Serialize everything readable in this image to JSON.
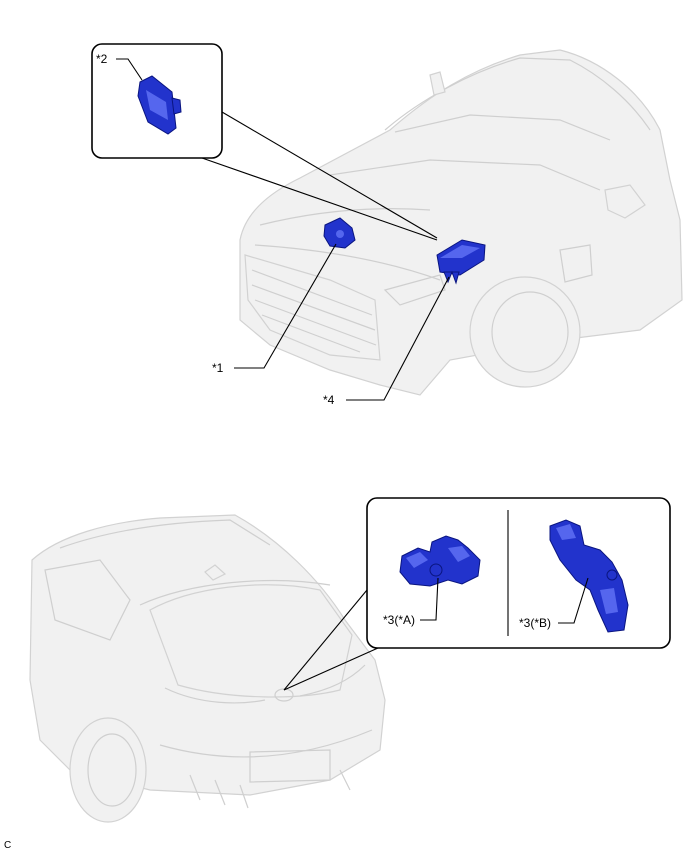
{
  "labels": {
    "part_1": "*1",
    "part_2": "*2",
    "part_3a": "*3(*A)",
    "part_3b": "*3(*B)",
    "part_4": "*4",
    "figure_code": "C"
  },
  "colors": {
    "part_blue": "#2233cc",
    "vehicle_gray": "#f1f1f1",
    "leader_black": "#000000"
  },
  "icons": {
    "front_vehicle": "front-vehicle-illustration",
    "rear_vehicle": "rear-vehicle-illustration",
    "component": "ecu-module-icon"
  }
}
